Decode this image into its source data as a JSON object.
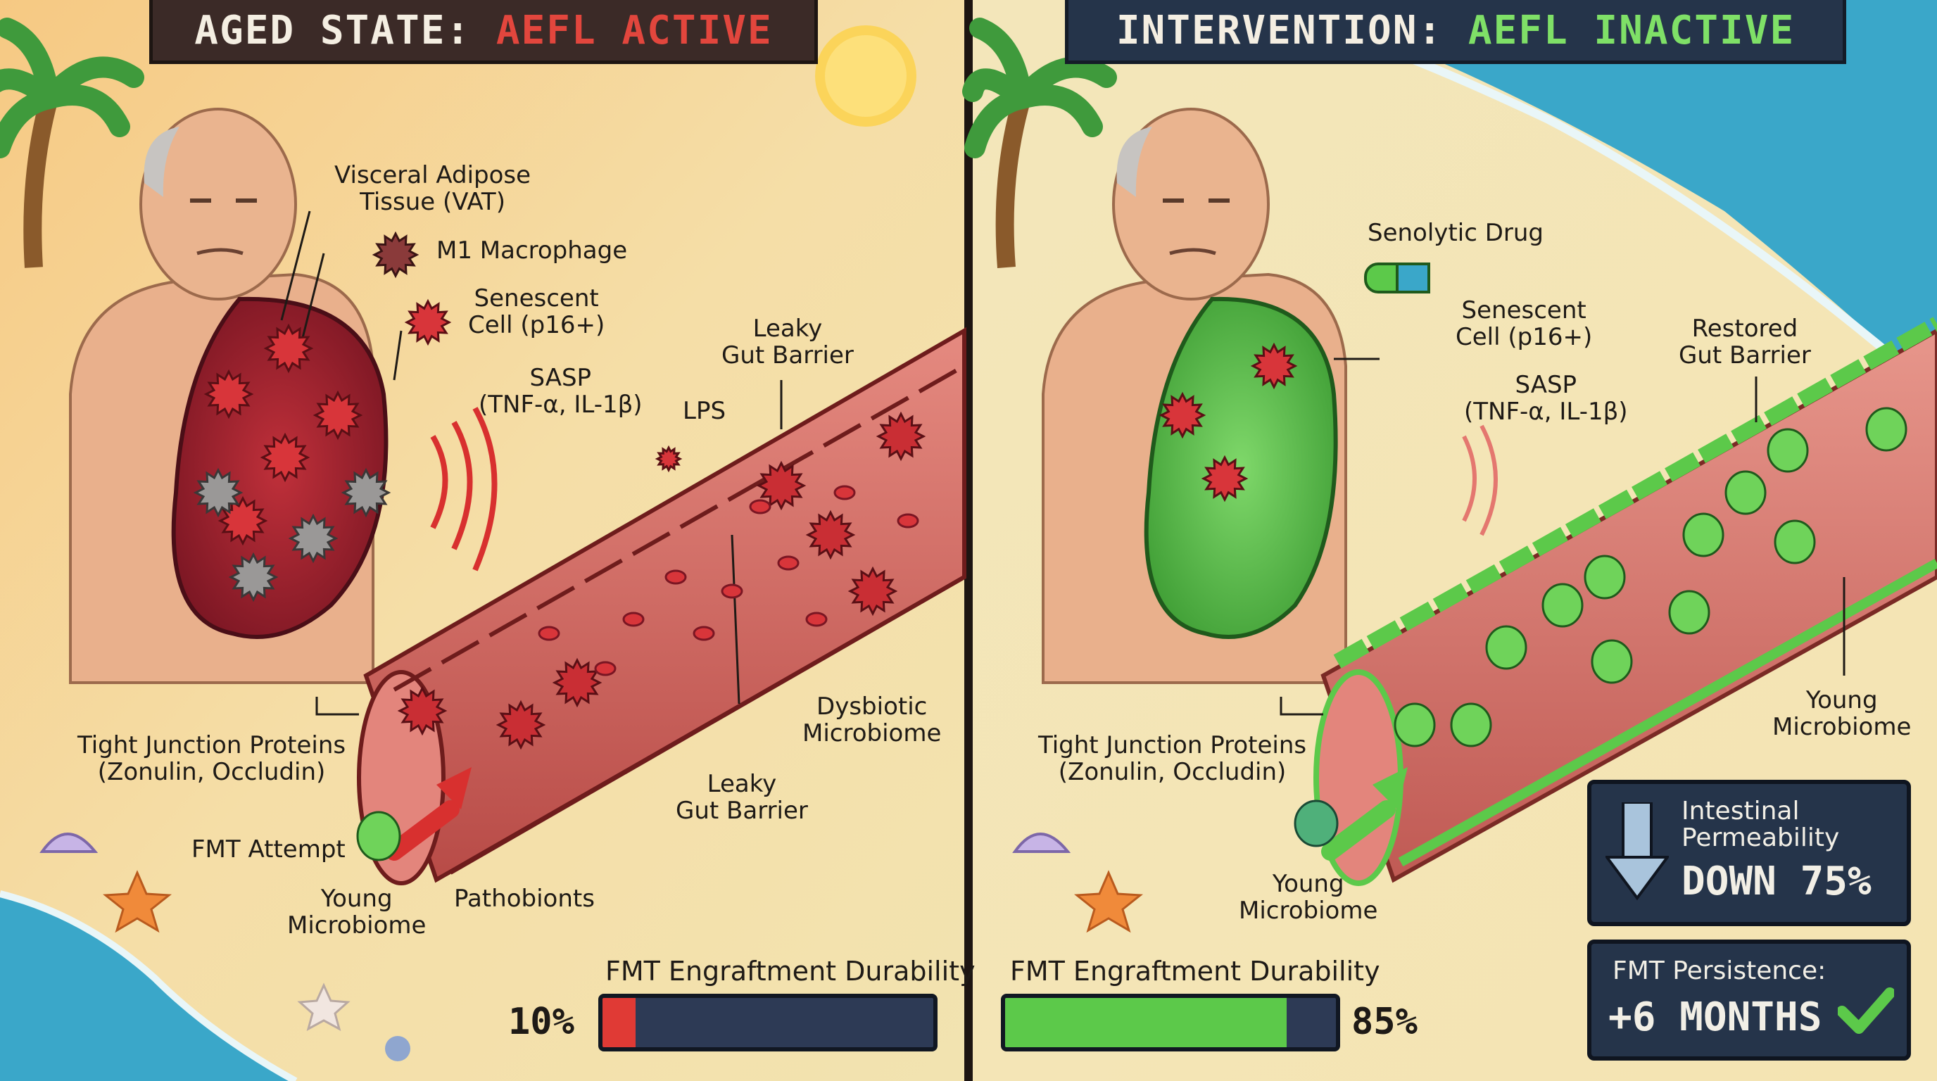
{
  "left_panel": {
    "banner_prefix": "AGED STATE: ",
    "banner_highlight": "AEFL ACTIVE",
    "labels": {
      "vat": "Visceral Adipose\nTissue (VAT)",
      "m1": "M1 Macrophage",
      "senescent": "Senescent\nCell (p16+)",
      "sasp": "SASP\n(TNF-α, IL-1β)",
      "lps": "LPS",
      "leaky_top": "Leaky\nGut Barrier",
      "dysbiotic": "Dysbiotic\nMicrobiome",
      "tight_junction": "Tight Junction Proteins\n(Zonulin, Occludin)",
      "fmt_attempt": "FMT Attempt",
      "young_microbiome": "Young\nMicrobiome",
      "pathobionts": "Pathobionts",
      "leaky_bottom": "Leaky\nGut Barrier"
    },
    "bar": {
      "title": "FMT Engraftment Durability",
      "percent_label": "10%",
      "value": 0.1,
      "color": "#e03a35"
    }
  },
  "right_panel": {
    "banner_prefix": "INTERVENTION: ",
    "banner_highlight": "AEFL INACTIVE",
    "labels": {
      "senolytic": "Senolytic Drug",
      "senescent": "Senescent\nCell (p16+)",
      "sasp": "SASP\n(TNF-α, IL-1β)",
      "restored": "Restored\nGut Barrier",
      "tight_junction": "Tight Junction Proteins\n(Zonulin, Occludin)",
      "young_microbiome_bottom": "Young\nMicrobiome",
      "young_microbiome_right": "Young\nMicrobiome"
    },
    "bar": {
      "title": "FMT Engraftment Durability",
      "percent_label": "85%",
      "value": 0.85,
      "color": "#5cc94a"
    },
    "permeability_box": {
      "line1": "Intestinal\nPermeability",
      "line2": "DOWN 75%"
    },
    "persistence_box": {
      "line1": "FMT Persistence:",
      "line2": "+6 MONTHS"
    }
  },
  "colors": {
    "sand": "#f3dfa6",
    "ocean": "#3aa7c9",
    "inflamed": "#b8323a",
    "healthy_fat": "#62c24f",
    "gut_wall": "#d9746b",
    "banner_left": "#3b2a27",
    "banner_right": "#25344a"
  },
  "icons": [
    "palm-tree-icon",
    "sun-icon",
    "shell-icon",
    "starfish-icon",
    "down-arrow-icon",
    "checkmark-icon",
    "pill-icon"
  ]
}
